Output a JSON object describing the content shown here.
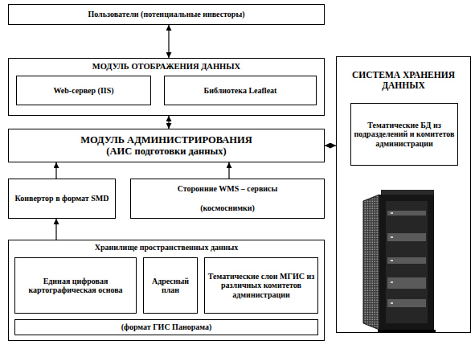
{
  "diagram": {
    "nodes": [
      {
        "text": [
          "Пользователи (потенциальные инвесторы)"
        ]
      },
      {
        "text": [
          "МОДУЛЬ ОТОБРАЖЕНИЯ ДАННЫХ"
        ]
      },
      {
        "text": [
          "Web-сервер (IIS)"
        ],
        "in": 1
      },
      {
        "text": [
          "Библиотека Leafleat"
        ],
        "in": 1
      },
      {
        "text": [
          "МОДУЛЬ АДМИНИСТРИРОВАНИЯ",
          "(АИС подготовки данных)"
        ]
      },
      {
        "text": [
          "СИСТЕМА ХРАНЕНИЯ ДАННЫХ"
        ]
      },
      {
        "text": [
          "Тематические БД из подразделений и комитетов администрации"
        ],
        "in": 5
      },
      {
        "text": [
          "Конвертор в формат SMD"
        ]
      },
      {
        "text": [
          "Сторонние WMS – сервисы",
          "(космоснимки)"
        ]
      },
      {
        "text": [
          "Хранилище пространственных данных"
        ]
      },
      {
        "text": [
          "Единая цифровая картографическая основа"
        ],
        "in": 9
      },
      {
        "text": [
          "Адресный план"
        ],
        "in": 9
      },
      {
        "text": [
          "Тематические слои МГИС из различных комитетов администрации"
        ],
        "in": 9
      },
      {
        "text": [
          "(формат ГИС Панорама)"
        ],
        "in": 9
      }
    ],
    "edges": [
      {
        "from": 0,
        "to": 1,
        "arrow": "both"
      },
      {
        "from": 1,
        "to": 4,
        "arrow": "both"
      },
      {
        "from": 4,
        "to": 5,
        "arrow": "both"
      },
      {
        "from": 7,
        "to": 4,
        "arrow": "to"
      },
      {
        "from": 8,
        "to": 4,
        "arrow": "to"
      },
      {
        "from": 9,
        "to": 7,
        "arrow": "to"
      }
    ]
  }
}
